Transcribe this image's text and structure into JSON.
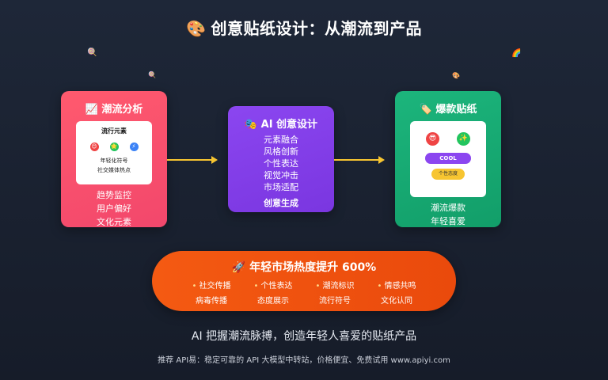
{
  "title": {
    "icon": "🎨",
    "text": "创意贴纸设计：从潮流到产品"
  },
  "sparkles": [
    "🍭",
    "🌈",
    "🍭",
    "🎨"
  ],
  "left_card": {
    "title": "📈 潮流分析",
    "inner": {
      "head": "流行元素",
      "dots": [
        "😊",
        "🌟",
        "⚡"
      ],
      "lines": [
        "年轻化符号",
        "社交媒体热点"
      ]
    },
    "lines": [
      "趋势监控",
      "用户偏好",
      "文化元素"
    ],
    "color": "#f2476c"
  },
  "mid_card": {
    "title": "🎭 AI 创意设计",
    "lines": [
      "元素融合",
      "风格创新",
      "个性表达",
      "视觉冲击",
      "市场适配"
    ],
    "footer": "创意生成",
    "color": "#7a36e0"
  },
  "right_card": {
    "title": "🏷️ 爆款贴纸",
    "inner": {
      "dots": [
        "😎",
        "✨"
      ],
      "pill_cool": "COOL",
      "pill_attitude": "个性态度"
    },
    "lines": [
      "潮流爆款",
      "年轻喜爱"
    ],
    "color": "#129e69"
  },
  "banner": {
    "title": "🚀 年轻市场热度提升 600%",
    "items": [
      "社交传播",
      "个性表达",
      "潮流标识",
      "情感共鸣",
      "病毒传播",
      "态度展示",
      "流行符号",
      "文化认同"
    ],
    "color": "#ea4a0c"
  },
  "tagline": "AI 把握潮流脉搏，创造年轻人喜爱的贴纸产品",
  "footer": "推荐 API易：稳定可靠的 API 大模型中转站，价格便宜、免费试用 www.apiyi.com",
  "accent_arrow": "#f7c531"
}
